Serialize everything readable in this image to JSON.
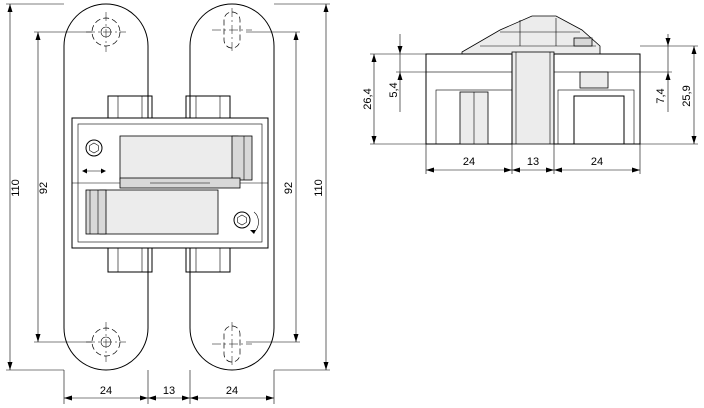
{
  "front_view": {
    "dim_overall_height_left": "110",
    "dim_hole_spacing_left": "92",
    "dim_hole_spacing_right": "92",
    "dim_overall_height_right": "110",
    "dim_plate_width_left": "24",
    "dim_gap": "13",
    "dim_plate_width_right": "24"
  },
  "side_view": {
    "dim_height_total_left": "26,4",
    "dim_offset_left": "5,4",
    "dim_offset_right": "7,4",
    "dim_height_total_right": "25,9",
    "dim_width_left": "24",
    "dim_gap": "13",
    "dim_width_right": "24"
  }
}
